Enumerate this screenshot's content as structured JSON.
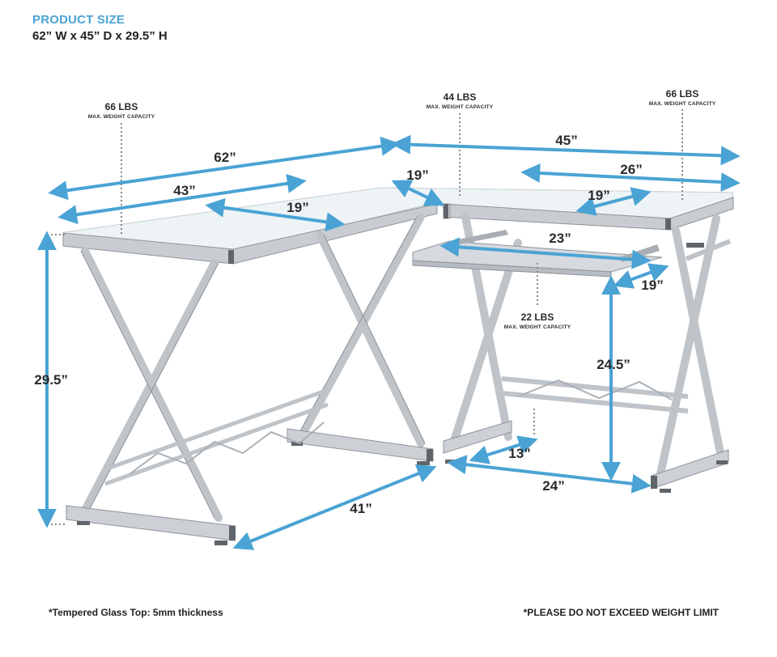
{
  "header": {
    "title": "PRODUCT SIZE",
    "dimensions": "62” W x 45” D x 29.5” H"
  },
  "weights": [
    {
      "id": "left-top",
      "lbs": "66 LBS",
      "caption": "MAX. WEIGHT CAPACITY"
    },
    {
      "id": "corner-top",
      "lbs": "44 LBS",
      "caption": "MAX. WEIGHT CAPACITY"
    },
    {
      "id": "right-top",
      "lbs": "66 LBS",
      "caption": "MAX. WEIGHT CAPACITY"
    },
    {
      "id": "keyboard-tray",
      "lbs": "22 LBS",
      "caption": "MAX. WEIGHT CAPACITY"
    }
  ],
  "dimensions": {
    "overall_width": "62”",
    "overall_depth": "45”",
    "left_top_length": "43”",
    "left_top_depth": "19”",
    "corner_depth": "19”",
    "right_top_length": "26”",
    "right_top_depth": "19”",
    "tray_width": "23”",
    "tray_depth": "19”",
    "height": "29.5”",
    "knee_height": "24.5”",
    "left_base_length": "41”",
    "right_base_gap": "13”",
    "right_base_width": "24”"
  },
  "footer": {
    "left_note": "*Tempered Glass Top: 5mm thickness",
    "right_note": "*PLEASE DO NOT EXCEED WEIGHT LIMIT"
  },
  "colors": {
    "accent": "#4aa3d4",
    "frame": "#c9cdd2",
    "frame_edge": "#8e949a",
    "glass": "#eef3f6",
    "text": "#2a2a2a"
  }
}
